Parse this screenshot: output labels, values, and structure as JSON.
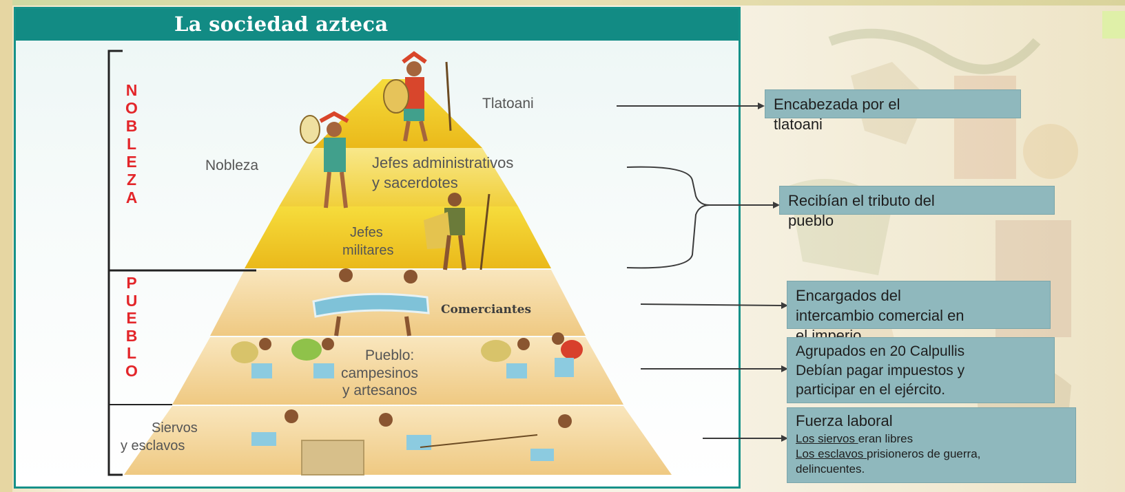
{
  "title": "La sociedad azteca",
  "side_labels": {
    "nobleza": [
      "N",
      "O",
      "B",
      "L",
      "E",
      "Z",
      "A"
    ],
    "pueblo": [
      "P",
      "U",
      "E",
      "B",
      "L",
      "O"
    ]
  },
  "pyramid_labels": {
    "tlatoani": "Tlatoani",
    "nobleza": "Nobleza",
    "jefes_admin_line1": "Jefes administrativos",
    "jefes_admin_line2": "y sacerdotes",
    "jefes_mil_line1": "Jefes",
    "jefes_mil_line2": "militares",
    "comerciantes": "Comerciantes",
    "pueblo_line1": "Pueblo:",
    "pueblo_line2": "campesinos",
    "pueblo_line3": "y artesanos",
    "siervos_line1": "Siervos",
    "siervos_line2": "y esclavos"
  },
  "callouts": {
    "tlatoani": [
      "Encabezada por el",
      "tlatoani"
    ],
    "tributo": [
      "Recibían el tributo del",
      "pueblo"
    ],
    "comercio": [
      "Encargados del",
      "intercambio comercial en",
      "el imperio"
    ],
    "calpullis": [
      "Agrupados en 20 Calpullis",
      "Debían pagar impuestos y",
      "participar en el ejército."
    ],
    "fuerza": {
      "head": "Fuerza laboral",
      "siervos_u": "Los siervos ",
      "siervos_rest": "eran libres",
      "esclavos_u": "Los esclavos ",
      "esclavos_rest": "prisioneros de guerra,",
      "tail": "delincuentes."
    }
  },
  "colors": {
    "header": "#128b84",
    "label_red": "#e3262a",
    "callout_bg": "#8fb8bd",
    "nobility_yellow": "#f3d22e",
    "people_sand": "#f2cd85"
  },
  "icons": [
    "aztec-figure-icon",
    "aztec-artwork-background"
  ]
}
